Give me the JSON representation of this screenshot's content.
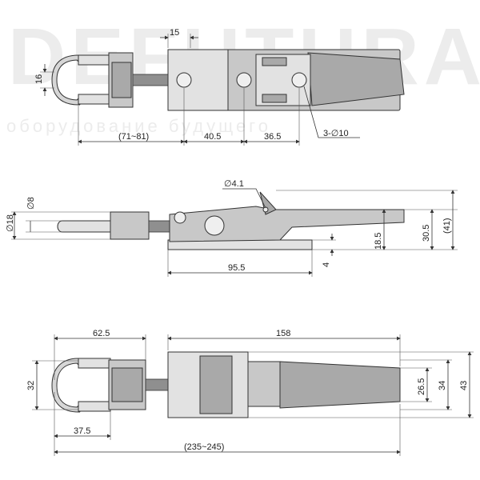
{
  "watermark": {
    "brand": "DEFUTURA",
    "tagline": "оборудование будущего"
  },
  "views": {
    "top": {
      "dims": {
        "d15": "15",
        "d16": "16",
        "d71_81": "(71~81)",
        "d40_5": "40.5",
        "d36_5": "36.5",
        "holes": "3-∅10"
      }
    },
    "side": {
      "dims": {
        "d4_1": "∅4.1",
        "d8": "∅8",
        "d18": "∅18",
        "d18_5": "18.5",
        "d30_5": "30.5",
        "d41": "(41)",
        "d4": "4",
        "d95_5": "95.5"
      }
    },
    "bottom": {
      "dims": {
        "d62_5": "62.5",
        "d158": "158",
        "d32": "32",
        "d26_5": "26.5",
        "d34": "34",
        "d43": "43",
        "d37_5": "37.5",
        "d235_245": "(235~245)"
      }
    }
  }
}
